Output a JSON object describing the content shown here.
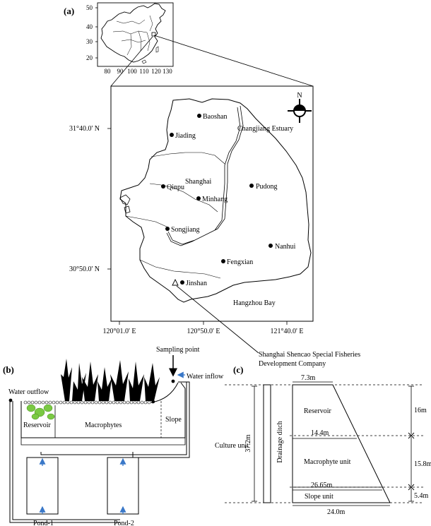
{
  "panel_a": {
    "label": "(a)",
    "inset": {
      "y_ticks": [
        "50",
        "40",
        "30",
        "20"
      ],
      "x_ticks": [
        "80",
        "90",
        "100",
        "110",
        "120",
        "130"
      ]
    },
    "map": {
      "lat_labels": [
        "31°40.0' N",
        "30°50.0' N"
      ],
      "lon_labels": [
        "120°01.0' E",
        "120°50.0' E",
        "121°40.0' E"
      ],
      "north_label": "N",
      "places": [
        "Baoshan",
        "Jiading",
        "Qinpu",
        "Minhang",
        "Songjiang",
        "Pudong",
        "Nanhui",
        "Fengxian",
        "Jinshan"
      ],
      "labels": {
        "changjiang": "Changjiang Estuary",
        "shanghai": "Shanghai",
        "hangzhou_bay": "Hangzhou Bay"
      },
      "company": [
        "Shanghai Shencao Special Fisheries",
        "Development Company"
      ]
    }
  },
  "panel_b": {
    "label": "(b)",
    "sampling_point": "Sampling point",
    "water_inflow": "Water inflow",
    "water_outflow": "Water outflow",
    "reservoir": "Reservoir",
    "macrophytes": "Macrophytes",
    "slope": "Slope",
    "pond1": "Pond-1",
    "pond2": "Pond-2"
  },
  "panel_c": {
    "label": "(c)",
    "culture_unit": "Culture unit",
    "total_height": "37.2m",
    "drainage_ditch": "Drainage ditch",
    "top_width": "7.3m",
    "width_2": "14.4m",
    "width_3": "26.65m",
    "bottom_width": "24.0m",
    "reservoir": "Reservoir",
    "macrophyte_unit": "Macrophyte unit",
    "slope_unit": "Slope unit",
    "h1": "16m",
    "h2": "15.8m",
    "h3": "5.4m"
  },
  "colors": {
    "ink": "#000000",
    "arrow_blue": "#3a78c8",
    "algae_green": "#7ac943"
  }
}
